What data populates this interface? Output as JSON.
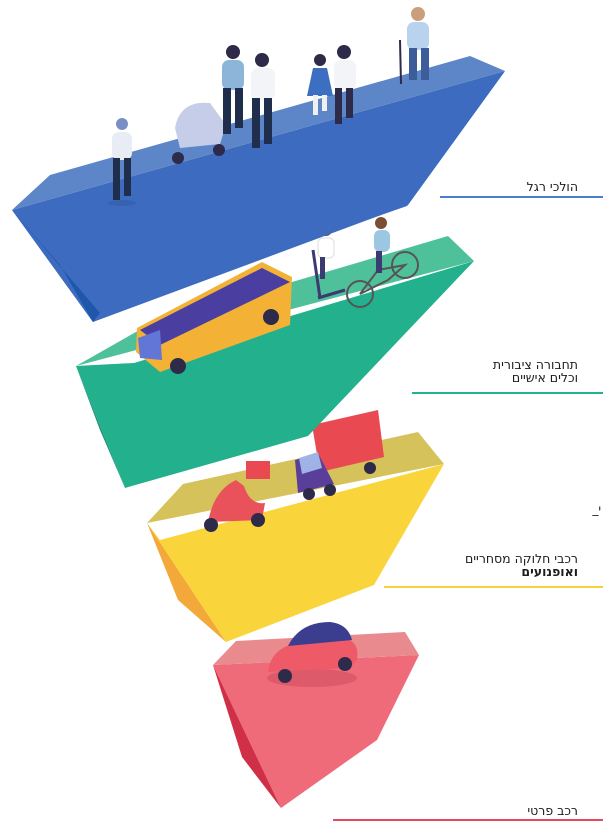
{
  "levels": [
    {
      "id": "pedestrians",
      "label_line1": "הולכי רגל",
      "label_line2": "",
      "color": "#4a7fc9"
    },
    {
      "id": "public-transport",
      "label_line1": "תחבורה ציבורית",
      "label_line2": "וכלים אישיים",
      "color": "#23b18e"
    },
    {
      "id": "commercial-delivery",
      "label_line1": "רכבי חלוקה מסחריים",
      "label_line2": "ואופנועים",
      "color": "#f7d23a"
    },
    {
      "id": "private-car",
      "label_line1": "רכב פרטי",
      "label_line2": "",
      "color": "#e6495f"
    }
  ],
  "fragment": "י_"
}
